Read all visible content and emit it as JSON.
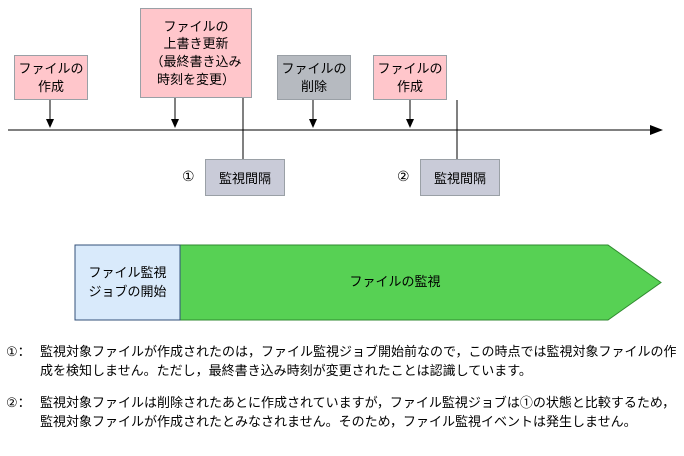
{
  "diagram": {
    "events": [
      {
        "label": "ファイルの\n作成",
        "type": "pink"
      },
      {
        "label": "ファイルの\n上書き更新\n（最終書き込み\n時刻を変更）",
        "type": "pink"
      },
      {
        "label": "ファイルの\n削除",
        "type": "gray"
      },
      {
        "label": "ファイルの\n作成",
        "type": "pink"
      }
    ],
    "intervals": [
      {
        "marker": "①",
        "label": "監視間隔"
      },
      {
        "marker": "②",
        "label": "監視間隔"
      }
    ],
    "job": {
      "start_label": "ファイル監視\nジョブの開始",
      "monitor_label": "ファイルの監視"
    }
  },
  "notes": [
    {
      "marker": "①：",
      "text": "監視対象ファイルが作成されたのは，ファイル監視ジョブ開始前なので，この時点では監視対象ファイルの作成を検知しません。ただし，最終書き込み時刻が変更されたことは認識しています。"
    },
    {
      "marker": "②：",
      "text": "監視対象ファイルは削除されたあとに作成されていますが，ファイル監視ジョブは①の状態と比較するため，監視対象ファイルが作成されたとみなされません。そのため，ファイル監視イベントは発生しません。"
    }
  ],
  "colors": {
    "pink": "#ffc6cb",
    "delete_gray": "#b6bac0",
    "interval_gray": "#c9cbd8",
    "blue_bg": "#d9eafb",
    "blue_border": "#33507a",
    "green": "#57d154",
    "green_border": "#2f8a2f",
    "line": "#000000",
    "box_border": "#9aa0a6"
  }
}
